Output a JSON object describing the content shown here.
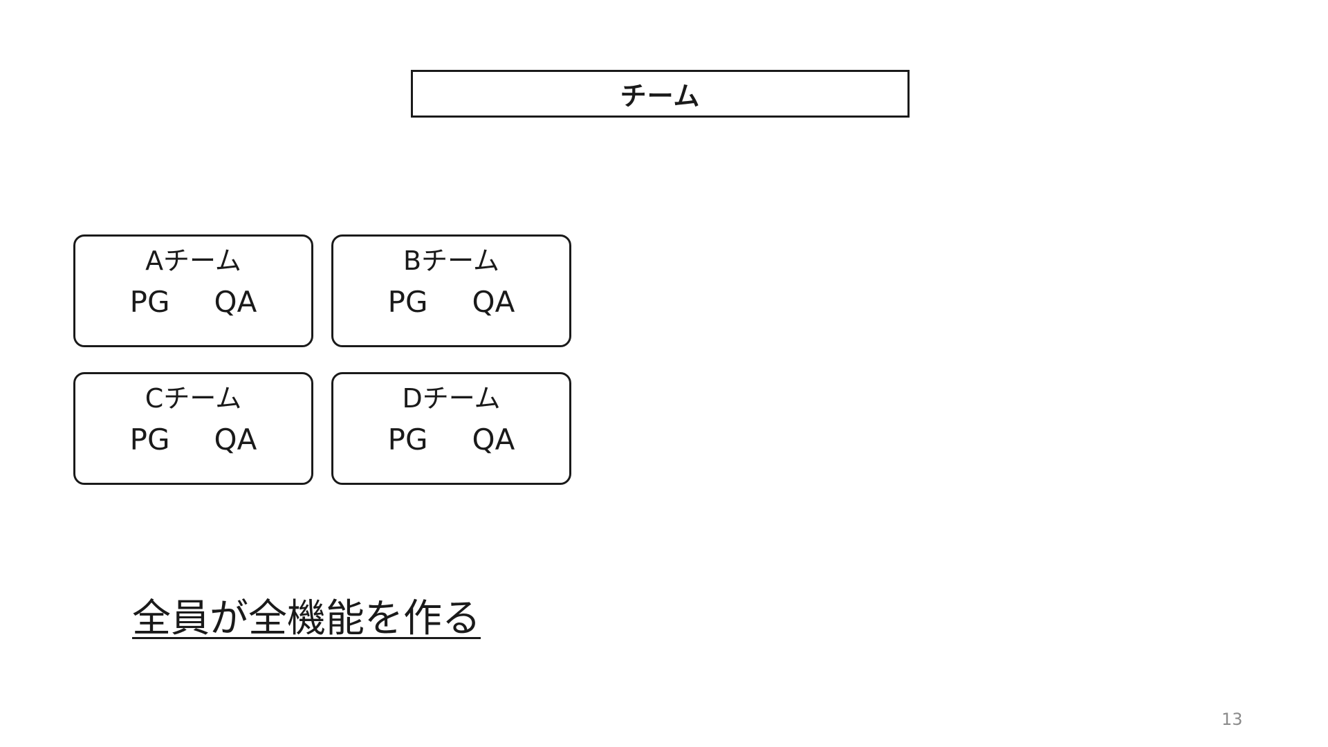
{
  "header": {
    "title": "チーム"
  },
  "teams": [
    {
      "name": "Aチーム",
      "roles": [
        "PG",
        "QA"
      ]
    },
    {
      "name": "Bチーム",
      "roles": [
        "PG",
        "QA"
      ]
    },
    {
      "name": "Cチーム",
      "roles": [
        "PG",
        "QA"
      ]
    },
    {
      "name": "Dチーム",
      "roles": [
        "PG",
        "QA"
      ]
    }
  ],
  "conclusion": "全員が全機能を作る",
  "page_number": "13"
}
